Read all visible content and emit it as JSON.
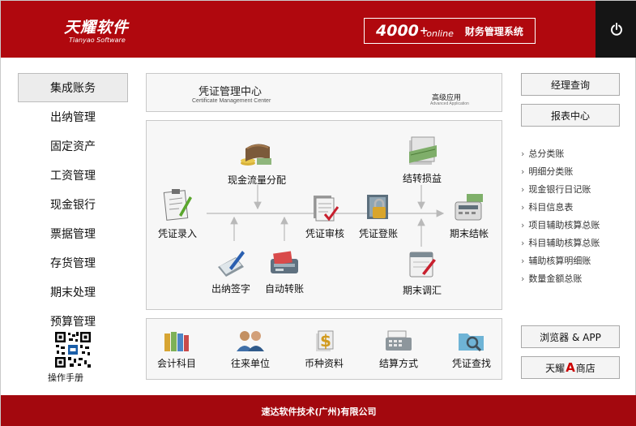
{
  "header": {
    "logo_cn": "天耀软件",
    "logo_en": "Tianyao Software",
    "product_num": "4000",
    "product_sup": "+",
    "product_online": ".online",
    "product_name": "财务管理系统"
  },
  "leftnav": {
    "items": [
      {
        "label": "集成账务",
        "active": true
      },
      {
        "label": "出纳管理"
      },
      {
        "label": "固定资产"
      },
      {
        "label": "工资管理"
      },
      {
        "label": "现金银行"
      },
      {
        "label": "票据管理"
      },
      {
        "label": "存货管理"
      },
      {
        "label": "期末处理"
      },
      {
        "label": "预算管理"
      }
    ],
    "manual": "操作手册"
  },
  "center": {
    "title": "凭证管理中心",
    "subtitle": "Certificate Management Center",
    "advanced": "高级应用",
    "advanced_sub": "Advanced Application"
  },
  "flow": {
    "voucher_entry": "凭证录入",
    "cashflow": "现金流量分配",
    "voucher_review": "凭证审核",
    "voucher_post": "凭证登账",
    "carry_forward": "结转损益",
    "period_close": "期末结帐",
    "cashier_sign": "出纳签字",
    "auto_transfer": "自动转账",
    "period_adjust": "期末调汇"
  },
  "tools": [
    {
      "label": "会计科目"
    },
    {
      "label": "往来单位"
    },
    {
      "label": "币种资料"
    },
    {
      "label": "结算方式"
    },
    {
      "label": "凭证查找"
    }
  ],
  "right": {
    "manager_query": "经理查询",
    "report_center": "报表中心",
    "links": [
      "总分类账",
      "明细分类账",
      "现金银行日记账",
      "科目信息表",
      "项目辅助核算总账",
      "科目辅助核算总账",
      "辅助核算明细账",
      "数量金额总账"
    ],
    "browser_app": "浏览器 & APP",
    "store_prefix": "天耀",
    "store_a": "A",
    "store_suffix": "商店"
  },
  "footer": {
    "company": "速达软件技术(广州)有限公司"
  },
  "colors": {
    "header_red": "#b0080e",
    "footer_red": "#a3080e",
    "power_bg": "#151515"
  }
}
